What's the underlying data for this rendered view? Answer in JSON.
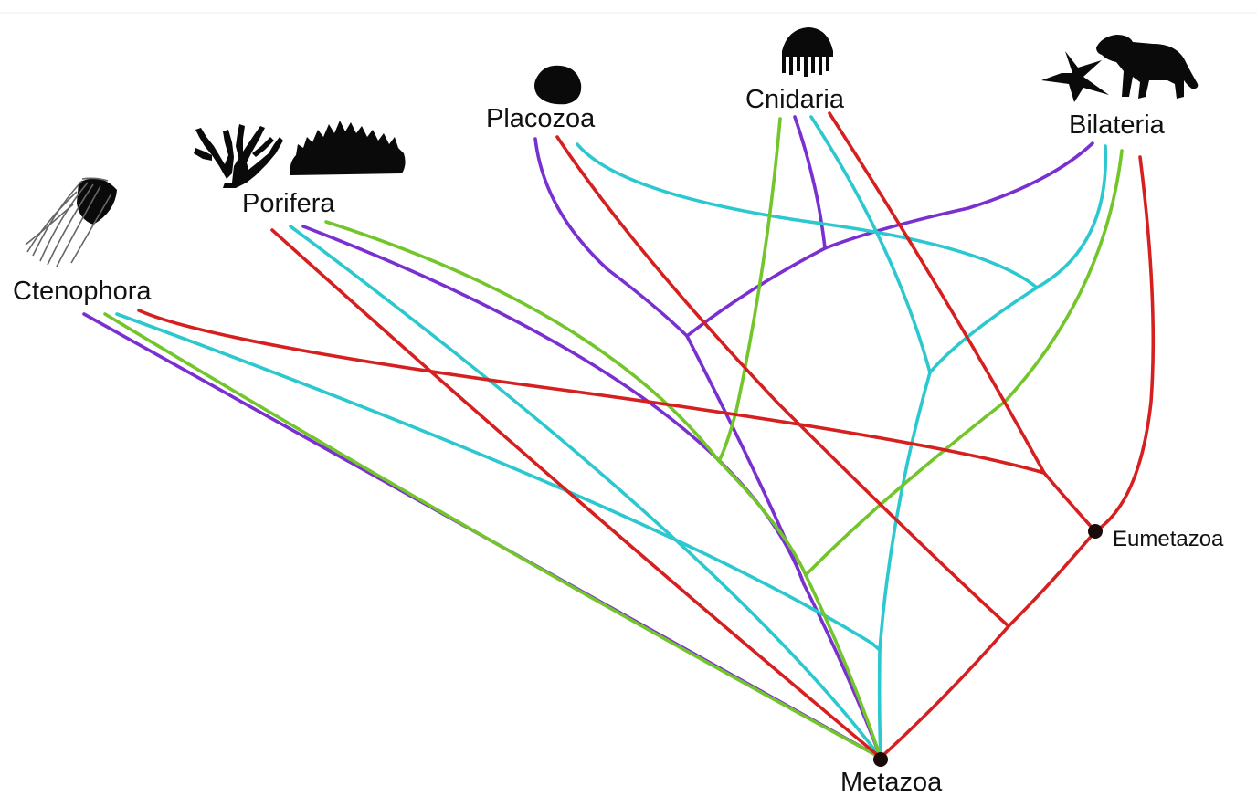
{
  "taxa": {
    "ctenophora": "Ctenophora",
    "porifera": "Porifera",
    "placozoa": "Placozoa",
    "cnidaria": "Cnidaria",
    "bilateria": "Bilateria"
  },
  "nodes": {
    "root": "Metazoa",
    "eumetazoa": "Eumetazoa"
  },
  "colors": {
    "purple": "#7a2fd0",
    "red": "#d61f1f",
    "cyan": "#2cc8cf",
    "green": "#72c52a",
    "node": "#1a0a0a"
  },
  "silhouettes": [
    "comb-jelly-icon",
    "branching-sponge-icon",
    "encrusting-sponge-icon",
    "placozoan-icon",
    "jellyfish-icon",
    "starfish-icon",
    "dog-icon"
  ]
}
